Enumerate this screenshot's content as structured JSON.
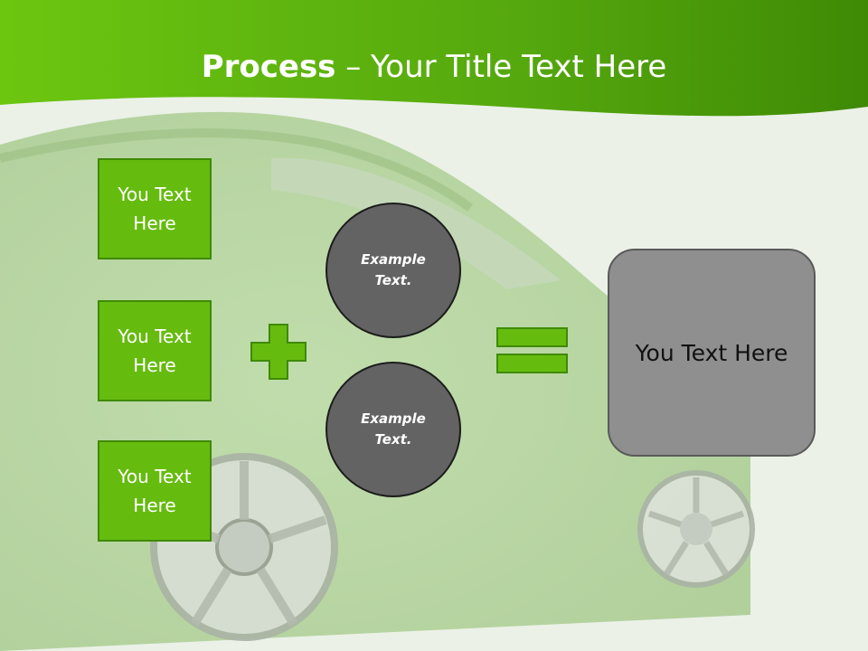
{
  "title": {
    "bold": "Process",
    "rest": " – Your Title Text Here"
  },
  "left_boxes": [
    {
      "label": "You Text Here"
    },
    {
      "label": "You Text Here"
    },
    {
      "label": "You Text Here"
    }
  ],
  "circles": [
    {
      "label": "Example Text."
    },
    {
      "label": "Example Text."
    }
  ],
  "result": {
    "label": "You Text Here"
  },
  "colors": {
    "header_green": "#5cae0c",
    "box_green": "#66bb0f",
    "circle_gray": "#636363",
    "result_gray": "#8f8f8f"
  },
  "icons": {
    "operator_1": "plus-icon",
    "operator_2": "equals-icon"
  }
}
